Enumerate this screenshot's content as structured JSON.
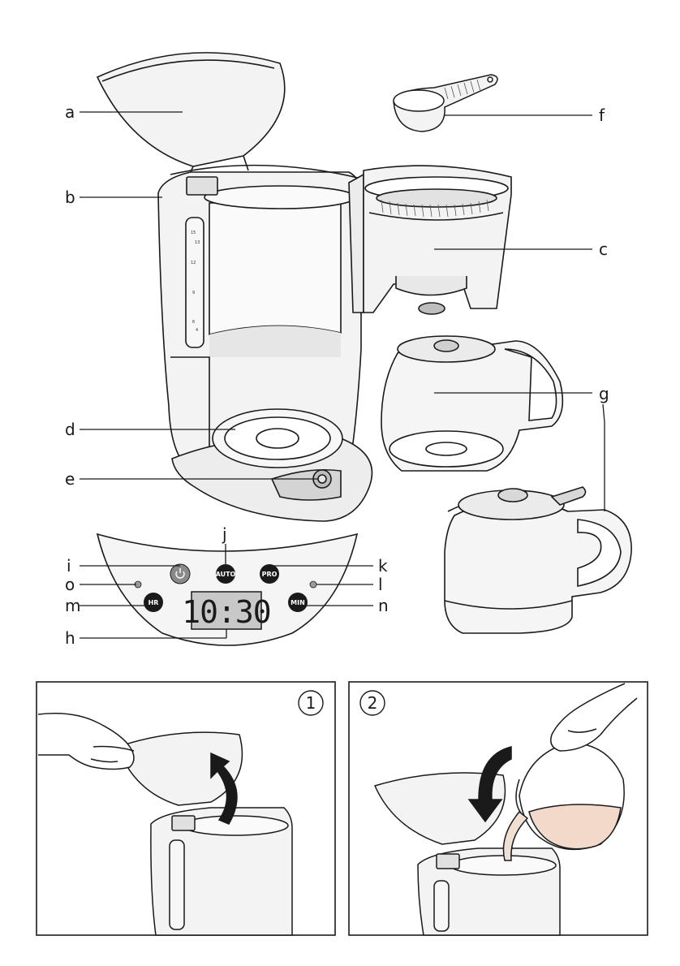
{
  "callouts": {
    "a": "a",
    "b": "b",
    "c": "c",
    "d": "d",
    "e": "e",
    "f": "f",
    "g": "g",
    "h": "h",
    "i": "i",
    "j": "j",
    "k": "k",
    "l": "l",
    "m": "m",
    "n": "n",
    "o": "o"
  },
  "control_panel": {
    "auto_label": "AUTO",
    "pro_label": "PRO",
    "hr_label": "HR",
    "min_label": "MIN",
    "display_time": "10:30"
  },
  "water_gauge": {
    "marks": [
      "15",
      "13",
      "12",
      "9",
      "6",
      "4"
    ]
  },
  "steps": {
    "step1_number": "1",
    "step2_number": "2"
  },
  "colors": {
    "line": "#1a1a1a",
    "body_fill": "#f2f2f2",
    "shade": "#cfcfcf",
    "button": "#1a1a1a",
    "power_button": "#8a8a8a",
    "lcd": "#c8c8c8",
    "water": "#f2d9c9"
  }
}
